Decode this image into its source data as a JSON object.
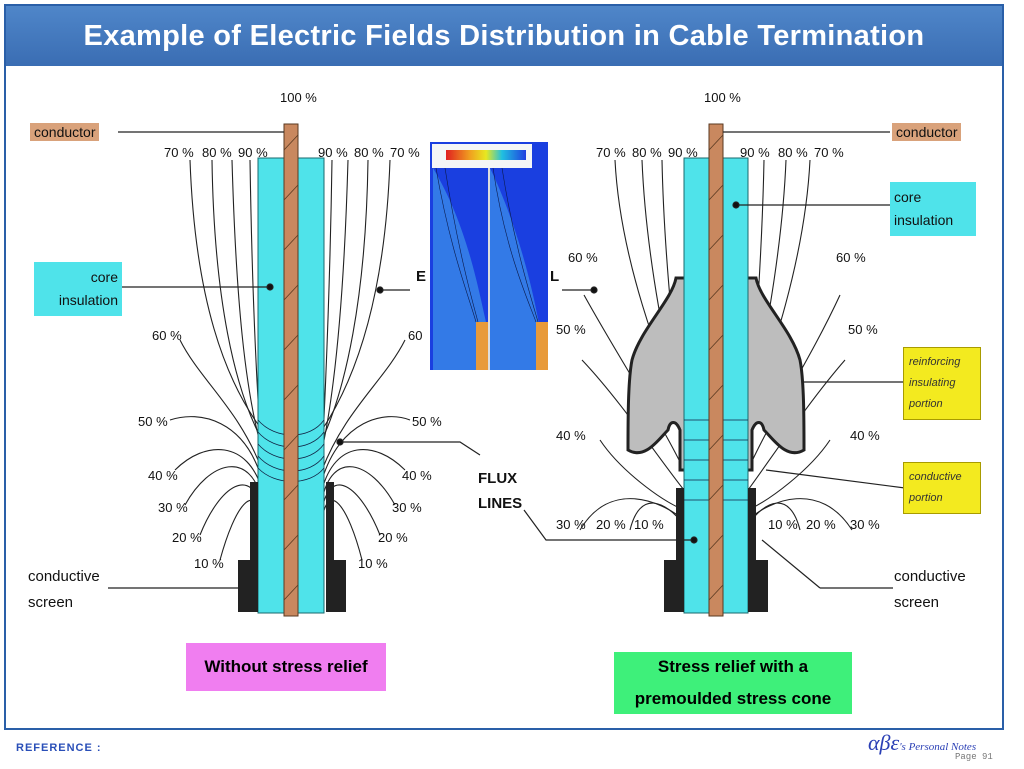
{
  "title": "Example of Electric Fields Distribution in Cable Termination",
  "left": {
    "conductor": "conductor",
    "core_insulation": "core\ninsulation",
    "conductive_screen": "conductive\nscreen",
    "caption": "Without stress relief",
    "top_pct": "100 %",
    "upper_pcts": [
      "70 %",
      "80 %",
      "90 %",
      "90 %",
      "80 %",
      "70 %"
    ],
    "side_pcts": [
      "60 %",
      "60",
      "50 %",
      "50 %",
      "40 %",
      "40 %",
      "30 %",
      "30 %",
      "20 %",
      "20 %",
      "10 %",
      "10 %"
    ]
  },
  "middle": {
    "flux_lines": "FLUX\nLINES",
    "e_left": "E",
    "e_right": "L"
  },
  "right": {
    "conductor": "conductor",
    "core_insulation": "core\ninsulation",
    "reinforcing": "reinforcing\ninsulating\nportion",
    "conductive_portion": "conductive\nportion",
    "conductive_screen": "conductive\nscreen",
    "caption": "Stress relief with a\npremoulded stress cone",
    "top_pct": "100 %",
    "upper_pcts": [
      "70 %",
      "80 %",
      "90 %",
      "90 %",
      "80 %",
      "70 %"
    ],
    "side_pcts": [
      "60 %",
      "60 %",
      "50 %",
      "50 %",
      "40 %",
      "40 %",
      "30 %",
      "20 %",
      "10 %",
      "10 %",
      "20 %",
      "30 %"
    ]
  },
  "footer": {
    "reference": "REFERENCE :",
    "logo": "αβε",
    "logo_sub": "'s Personal Notes",
    "page": "Page 91"
  },
  "colors": {
    "title_bg": "#3a6db3",
    "insulation": "#4fe3ea",
    "conductor": "#c9885f",
    "left_caption_bg": "#f07ef0",
    "right_caption_bg": "#3ef07a",
    "label_box_yellow": "#f3ea1f"
  }
}
